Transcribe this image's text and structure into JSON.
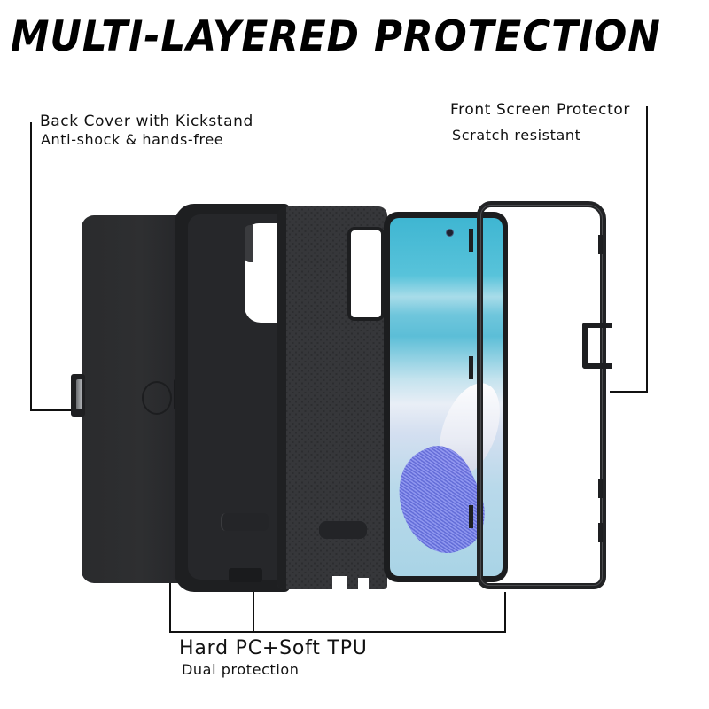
{
  "header": {
    "title": "MULTI-LAYERED PROTECTION"
  },
  "callouts": {
    "back_cover": {
      "title": "Back Cover with Kickstand",
      "subtitle": "Anti-shock & hands-free"
    },
    "front_screen": {
      "title": "Front Screen Protector",
      "subtitle": "Scratch resistant"
    },
    "material": {
      "title": "Hard PC+Soft TPU",
      "subtitle": "Dual protection"
    }
  },
  "product": {
    "components": [
      "back-cover-kickstand",
      "hard-pc-shell",
      "soft-tpu-sleeve",
      "phone",
      "front-screen-frame"
    ]
  },
  "colors": {
    "background": "#ffffff",
    "text": "#111111",
    "case": "#222325",
    "screen_accent": "#3fb6d2",
    "wallpaper_swirl": "#5b62d6"
  }
}
